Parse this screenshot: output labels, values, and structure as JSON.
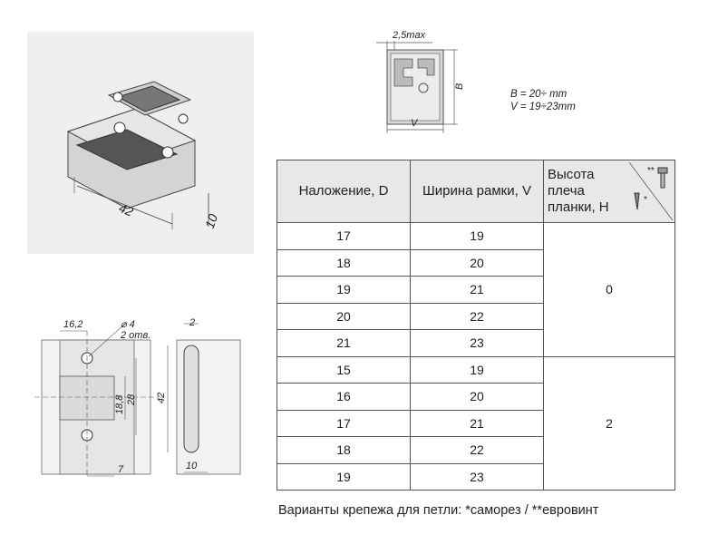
{
  "profile_drawing": {
    "label_max": "2,5max",
    "label_b": "B",
    "label_v": "V"
  },
  "formulas": {
    "b_line": "B = 20÷ mm",
    "v_line": "V = 19÷23mm"
  },
  "iso_drawing": {
    "length": "42",
    "height": "10"
  },
  "plan_drawing": {
    "dim_16_2": "16,2",
    "hole_dia": "⌀ 4",
    "hole_count": "2 отв.",
    "dim_18_8": "18,8",
    "dim_28": "28",
    "dim_7": "7"
  },
  "side_drawing": {
    "dim_2": "2",
    "dim_42": "42",
    "dim_10": "10"
  },
  "table": {
    "headers": {
      "overlay": "Наложение, D",
      "frame_width": "Ширина рамки, V",
      "height": "Высота плеча планки, H"
    },
    "icon_marks": {
      "double": "**",
      "single": "*"
    },
    "groups": [
      {
        "h": "0",
        "rows": [
          {
            "d": "17",
            "v": "19"
          },
          {
            "d": "18",
            "v": "20"
          },
          {
            "d": "19",
            "v": "21"
          },
          {
            "d": "20",
            "v": "22"
          },
          {
            "d": "21",
            "v": "23"
          }
        ]
      },
      {
        "h": "2",
        "rows": [
          {
            "d": "15",
            "v": "19"
          },
          {
            "d": "16",
            "v": "20"
          },
          {
            "d": "17",
            "v": "21"
          },
          {
            "d": "18",
            "v": "22"
          },
          {
            "d": "19",
            "v": "23"
          }
        ]
      }
    ]
  },
  "note": "Варианты крепежа для петли: *саморез / **евровинт"
}
